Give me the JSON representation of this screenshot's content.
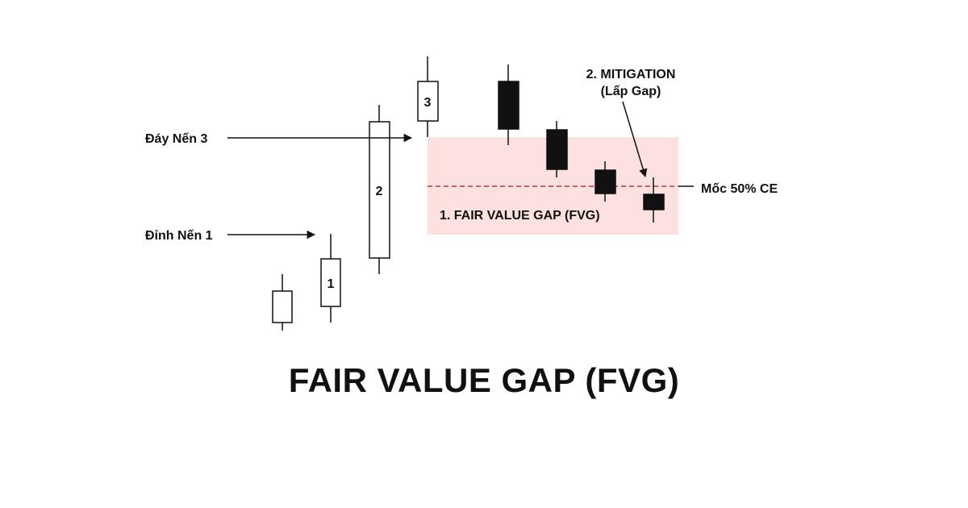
{
  "title": "FAIR VALUE GAP (FVG)",
  "labels": {
    "candle_1": "1",
    "candle_2": "2",
    "candle_3": "3",
    "day_nen_3": "Đáy Nến 3",
    "dinh_nen_1": "Đỉnh Nến 1",
    "fvg_zone": "1. FAIR VALUE GAP (FVG)",
    "mitigation_line1": "2. MITIGATION",
    "mitigation_line2": "(Lấp Gap)",
    "ce_level": "Mốc 50% CE"
  },
  "colors": {
    "zone_fill": "#fde1e1",
    "ce_line": "#c0392b",
    "bullish_body": "#ffffff",
    "bearish_body": "#111111",
    "ink": "#111111"
  },
  "candles": [
    {
      "direction": "bullish",
      "label": ""
    },
    {
      "direction": "bullish",
      "label": "1"
    },
    {
      "direction": "bullish",
      "label": "2"
    },
    {
      "direction": "bullish",
      "label": "3"
    },
    {
      "direction": "bearish",
      "label": ""
    },
    {
      "direction": "bearish",
      "label": ""
    },
    {
      "direction": "bearish",
      "label": ""
    },
    {
      "direction": "bearish",
      "label": ""
    }
  ]
}
